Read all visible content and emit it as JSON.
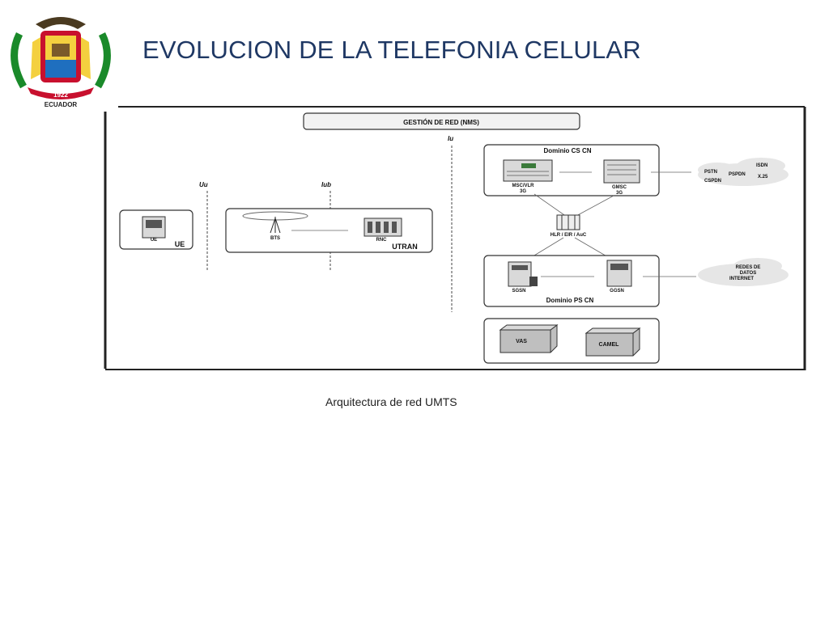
{
  "slide": {
    "title": "EVOLUCION DE LA TELEFONIA CELULAR",
    "caption": "Arquitectura de red UMTS"
  },
  "logo": {
    "year": "1922",
    "country": "ECUADOR"
  },
  "diagram": {
    "nms": "GESTIÓN DE RED (NMS)",
    "interfaces": {
      "uu": "Uu",
      "iub": "Iub",
      "iu": "Iu"
    },
    "ue": {
      "device": "UE",
      "box": "UE"
    },
    "utran": {
      "bts": "BTS",
      "rnc": "RNC",
      "box": "UTRAN"
    },
    "cs": {
      "title": "Dominio CS CN",
      "msc": "MSC/VLR",
      "msc_sub": "3G",
      "gmsc": "GMSC",
      "gmsc_sub": "3G"
    },
    "hlr": "HLR / EIR / AuC",
    "ps": {
      "title": "Dominio PS CN",
      "sgsn": "SGSN",
      "ggsn": "GGSN"
    },
    "services": {
      "vas": "VAS",
      "camel": "CAMEL"
    },
    "cloud_cs": {
      "isdn": "ISDN",
      "pstn": "PSTN",
      "pspdn": "PSPDN",
      "x25": "X.25",
      "cspdn": "CSPDN"
    },
    "cloud_ps": {
      "line1": "REDES DE",
      "line2": "DATOS",
      "line3": "INTERNET"
    }
  },
  "colors": {
    "title": "#1f3864",
    "line": "#333333",
    "box_fill": "#f2f2f2"
  }
}
